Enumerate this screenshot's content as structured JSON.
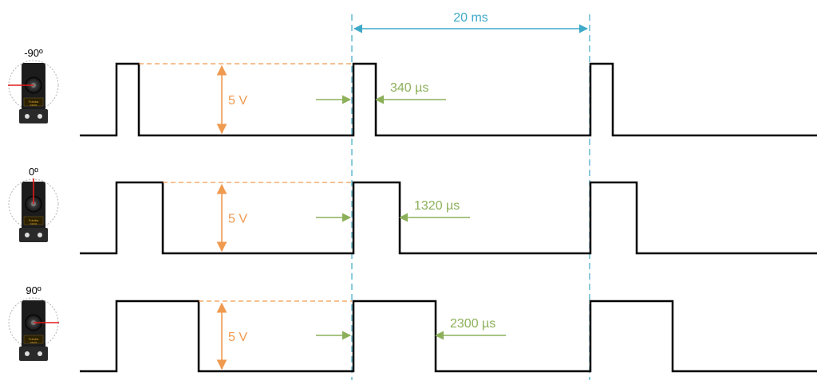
{
  "period": {
    "label": "20 ms"
  },
  "voltage_label": "5 V",
  "colors": {
    "signal": "#000000",
    "period": "#3fa9c8",
    "voltage": "#f09a50",
    "width": "#8cb05a",
    "servo_body": "#1c1c1c",
    "indicator": "#e21b1b"
  },
  "rows": [
    {
      "angle": "-90º",
      "pulse": "340 µs",
      "pulse_us": 340
    },
    {
      "angle": "0º",
      "pulse": "1320 µs",
      "pulse_us": 1320
    },
    {
      "angle": "90º",
      "pulse": "2300 µs",
      "pulse_us": 2300
    }
  ],
  "servo_icon": {
    "brand_text": "Futaba",
    "model_text": "S3003",
    "icon": "servo-motor-icon"
  }
}
